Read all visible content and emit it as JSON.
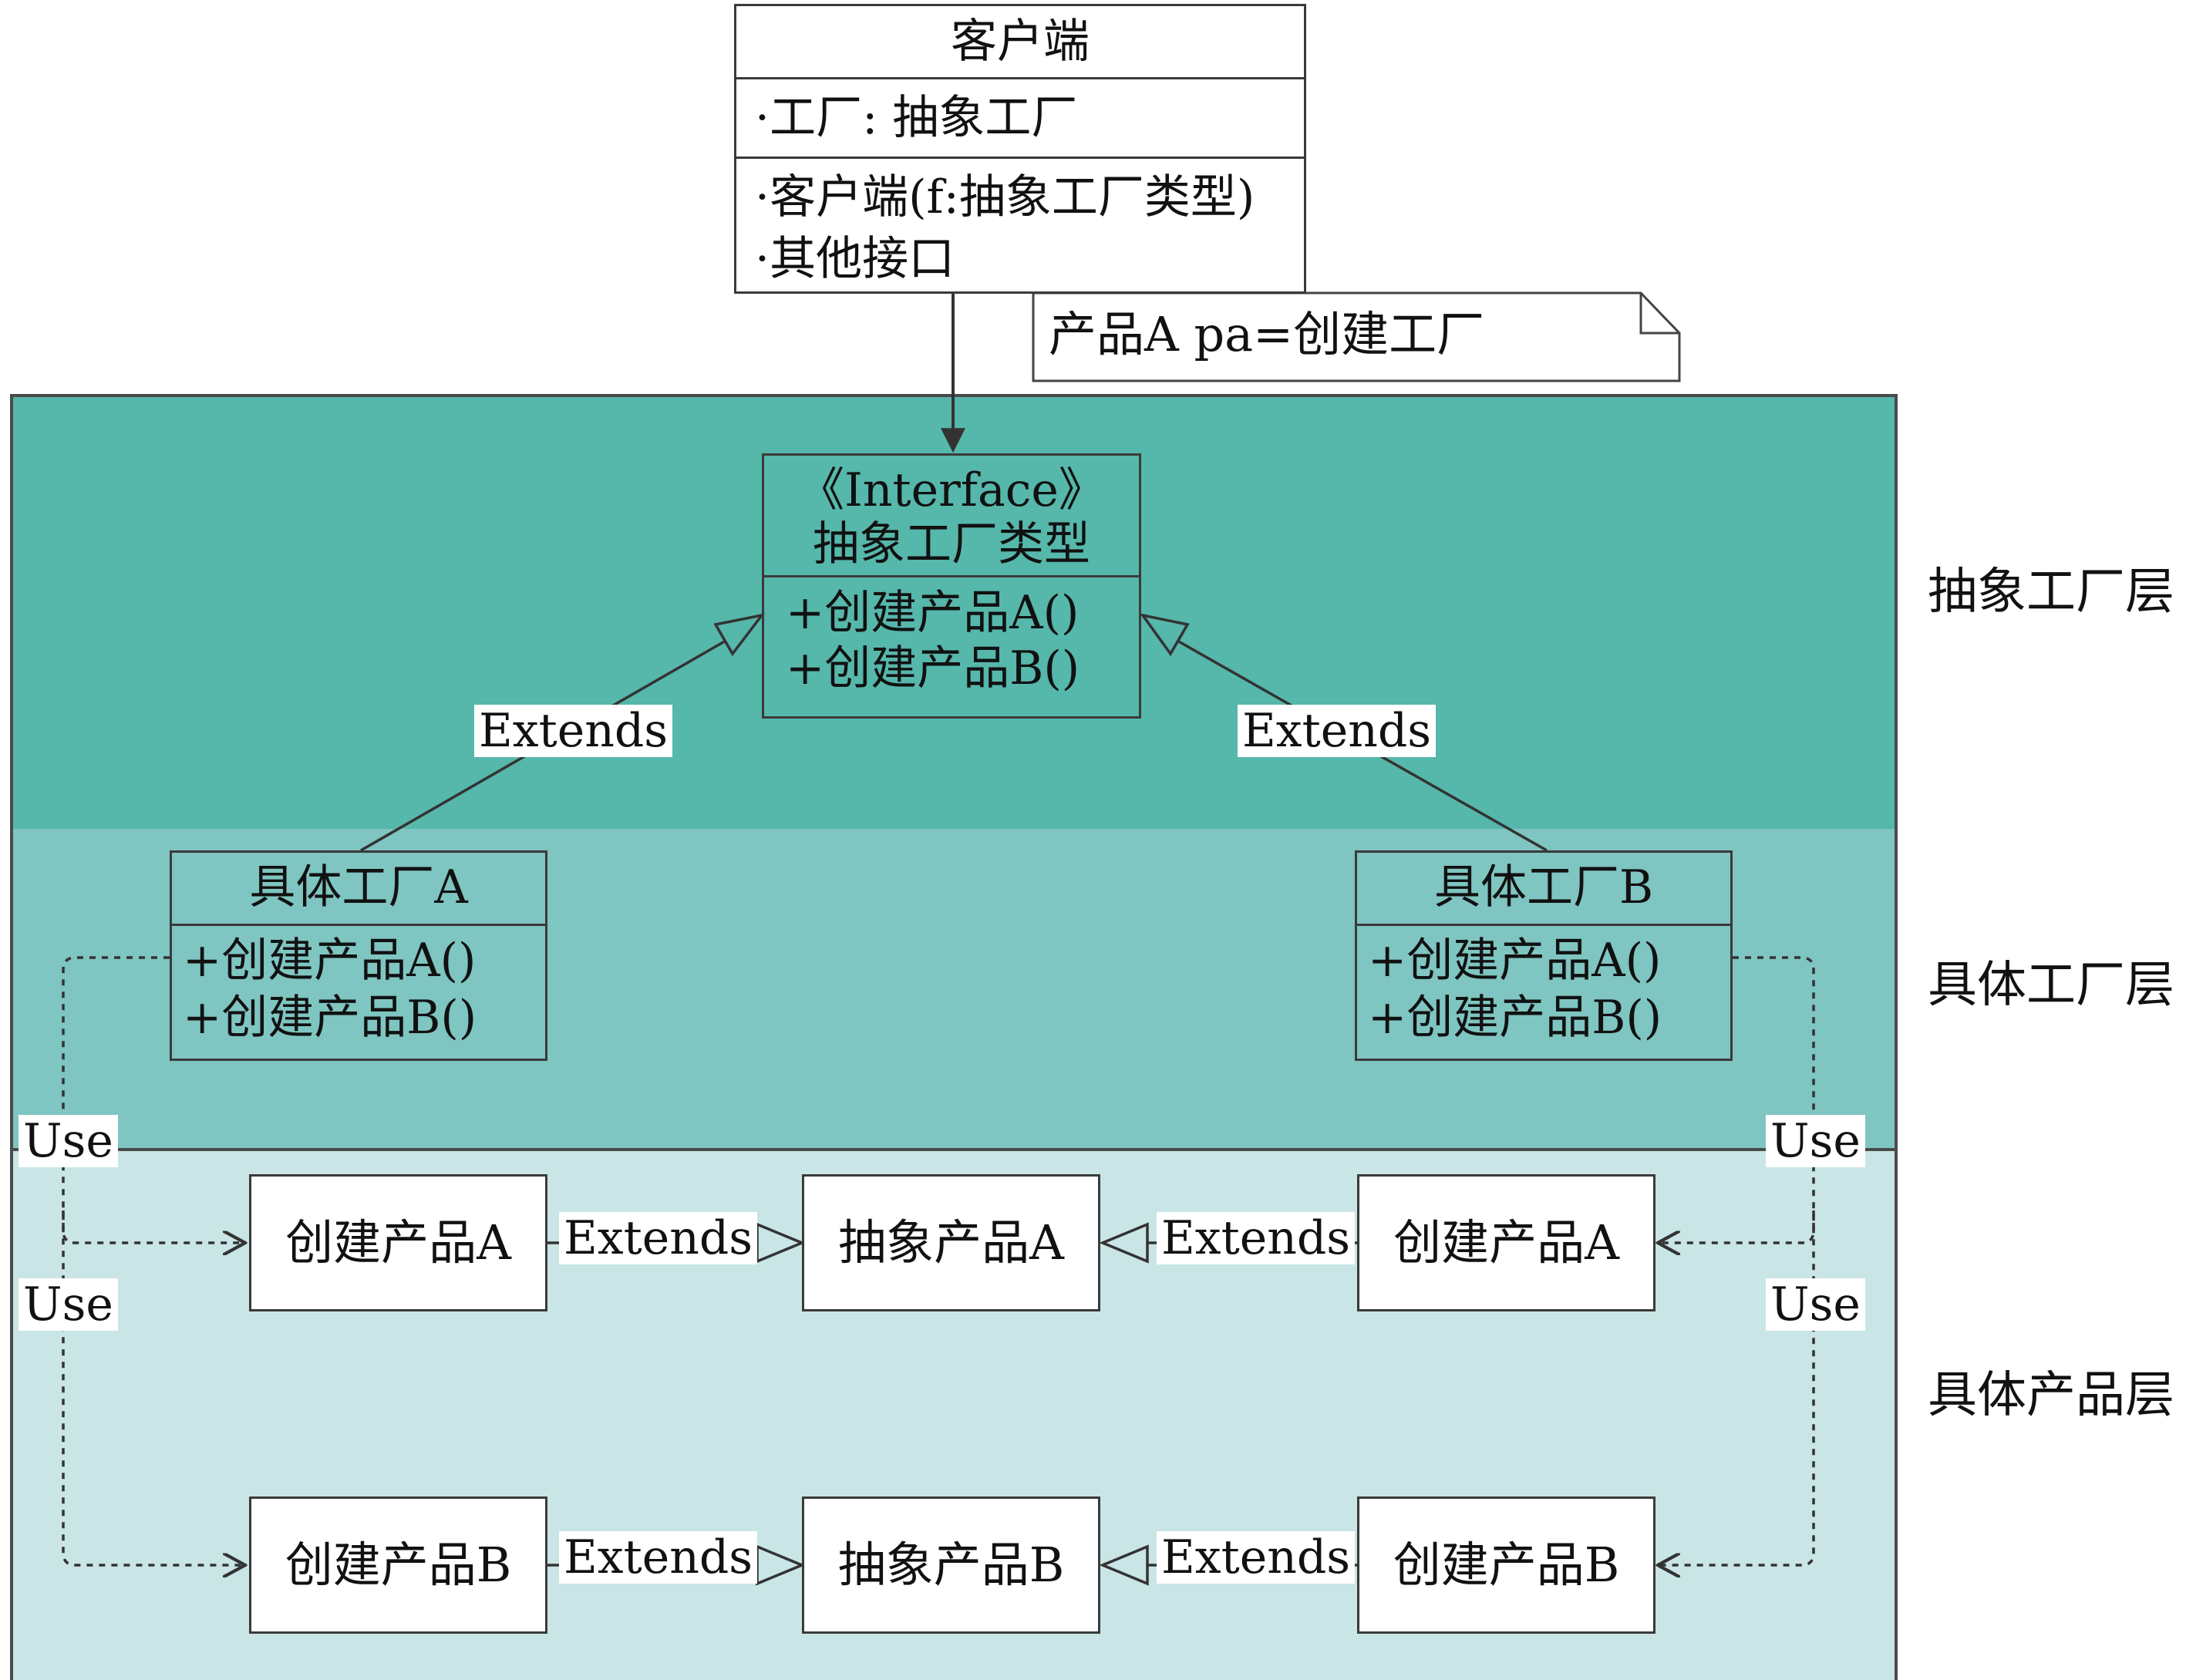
{
  "client": {
    "title": "客户端",
    "attribute": "·工厂: 抽象工厂",
    "operations": [
      "·客户端(f:抽象工厂类型)",
      "·其他接口"
    ]
  },
  "note": {
    "text": "产品A pa=创建工厂"
  },
  "interface": {
    "stereotype": "《Interface》",
    "name": "抽象工厂类型",
    "operations": [
      "+创建产品A()",
      "+创建产品B()"
    ]
  },
  "factory_a": {
    "title": "具体工厂A",
    "operations": [
      "+创建产品A()",
      "+创建产品B()"
    ]
  },
  "factory_b": {
    "title": "具体工厂B",
    "operations": [
      "+创建产品A()",
      "+创建产品B()"
    ]
  },
  "products": {
    "row_a": {
      "left": "创建产品A",
      "abstract": "抽象产品A",
      "right": "创建产品A"
    },
    "row_b": {
      "left": "创建产品B",
      "abstract": "抽象产品B",
      "right": "创建产品B"
    }
  },
  "connectors": {
    "extends": "Extends",
    "use": "Use"
  },
  "layers": {
    "abstract_factory": "抽象工厂层",
    "concrete_factory": "具体工厂层",
    "concrete_product": "具体产品层"
  },
  "colors": {
    "abstract_layer": "#56b7ab",
    "concrete_factory_layer": "#7fc5c1",
    "concrete_product_layer": "#cae5e5",
    "line": "#3a3a3a"
  }
}
